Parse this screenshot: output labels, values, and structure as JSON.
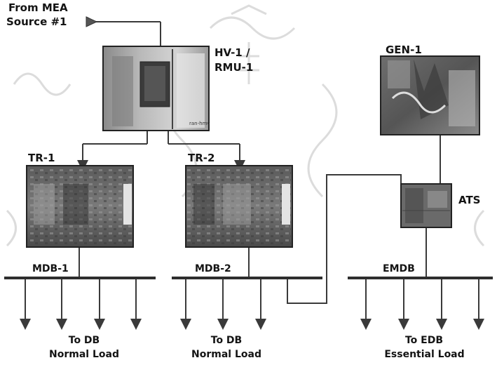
{
  "source": {
    "line1": "From MEA",
    "line2": "Source #1"
  },
  "equipment": {
    "hv": {
      "line1": "HV-1 /",
      "line2": "RMU-1",
      "photo_caption": "ran-hmv"
    },
    "gen": {
      "label": "GEN-1"
    },
    "tr1": {
      "label": "TR-1"
    },
    "tr2": {
      "label": "TR-2"
    },
    "ats": {
      "label": "ATS"
    }
  },
  "buses": {
    "mdb1": "MDB-1",
    "mdb2": "MDB-2",
    "emdb": "EMDB"
  },
  "loads": [
    {
      "line1": "To DB",
      "line2": "Normal Load"
    },
    {
      "line1": "To DB",
      "line2": "Normal Load"
    },
    {
      "line1": "To EDB",
      "line2": "Essential Load"
    }
  ],
  "colors": {
    "line": "#3a3a3a",
    "text": "#141414",
    "watermark": "#d8d8d8"
  }
}
